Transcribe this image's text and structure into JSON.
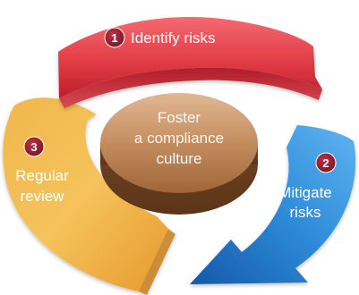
{
  "center": {
    "lines": [
      "Foster",
      "a compliance",
      "culture"
    ]
  },
  "steps": [
    {
      "number": "1",
      "lines": [
        "Identify risks"
      ]
    },
    {
      "number": "2",
      "lines": [
        "Mitigate",
        "risks"
      ]
    },
    {
      "number": "3",
      "lines": [
        "Regular",
        "review"
      ]
    }
  ],
  "colors": {
    "step1": "#e8434b",
    "step2": "#2f86d4",
    "step3": "#e6a63a",
    "center": "#b0764a",
    "badge": "#8e1c2a"
  }
}
